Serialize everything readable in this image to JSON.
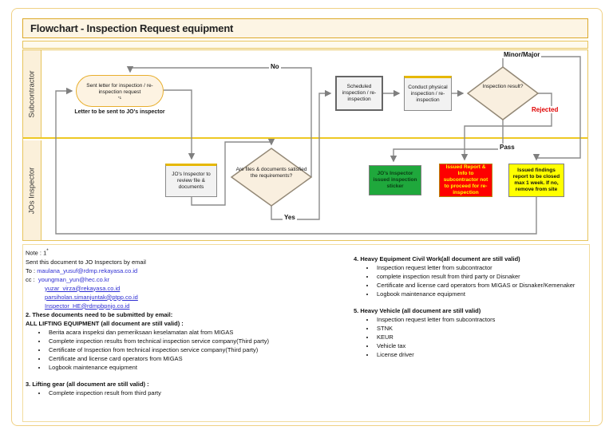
{
  "title": "Flowchart - Inspection Request equipment",
  "lanes": {
    "lane1": "Subcontractor",
    "lane2": "JOs Inspector"
  },
  "nodes": {
    "sent_letter": "Sent letter for inspection / re-inspection request",
    "sent_letter_footnote": "*1",
    "sent_letter_caption": "Letter to be sent to JO's inspector",
    "scheduled": "Scheduled inspection / re-inspection",
    "conduct": "Conduct physical inspection / re-inspection",
    "inspection_result": "Inspection result?",
    "review": "JO's Inspector to review file & documents",
    "satisfied": "Are files & documents satisfied the requirements?",
    "sticker": "JO's Inspector issued inspection sticker",
    "report_info": "Issued Report & Info to subcontractor not to proceed for re-inspection",
    "findings": "Issued findings report to be closed max 1 week. If no, remove from site"
  },
  "labels": {
    "no": "No",
    "yes": "Yes",
    "minor_major": "Minor/Major",
    "rejected": "Rejected",
    "pass": "Pass"
  },
  "colors": {
    "green": "#1fa83c",
    "red": "#fe0000",
    "yellow": "#ffff00",
    "rejected": "#e00000",
    "link": "#2f2fd3",
    "gold": "#e7c45c"
  },
  "notes": {
    "note_label": "Note : 1",
    "note_sup": "*",
    "line1": "Sent this document to JO Inspectors by email",
    "to_label": "To :",
    "to_email": "maulana_yusuf@rdmp.rekayasa.co.id",
    "cc_label": "cc :",
    "cc_email1": "youngman_yun@hec.co.kr",
    "cc_email2": "yuzar_virza@rekayasa.co.id",
    "cc_email3": "parsiholan.simanjuntak@ptpp.co.id",
    "cc_email4": "Inspector_HE@rdmpbpnjo.co.id",
    "sec2_title": "2.  These documents need to be submitted by email:",
    "sec2_sub": "ALL LIFTING EQUIPMENT (all document are still valid) :",
    "sec2_items": [
      "Berita acara inspeksi dan pemeriksaan keselamatan alat from MIGAS",
      "Complete inspection results from technical inspection service company(Third party)",
      "Certificate of Inspection from technical inspection service company(Third party)",
      "Certificate and license card operators from MIGAS",
      "Logbook maintenance equipment"
    ],
    "sec3_title": "3. Lifting gear (all document are still valid) :",
    "sec3_items": [
      "Complete inspection result from third party"
    ],
    "sec4_title": "4. Heavy Equipment Civil Work(all document are still valid)",
    "sec4_items": [
      "Inspection request letter from subcontractor",
      "complete inspection result from third party or Disnaker",
      "Certificate and license card operators from MIGAS or Disnaker/Kemenaker",
      "Logbook maintenance equipment"
    ],
    "sec5_title": "5. Heavy Vehicle (all document are still valid)",
    "sec5_items": [
      "Inspection request letter from subcontractors",
      "STNK",
      "KEUR",
      "Vehicle tax",
      "License driver"
    ]
  }
}
